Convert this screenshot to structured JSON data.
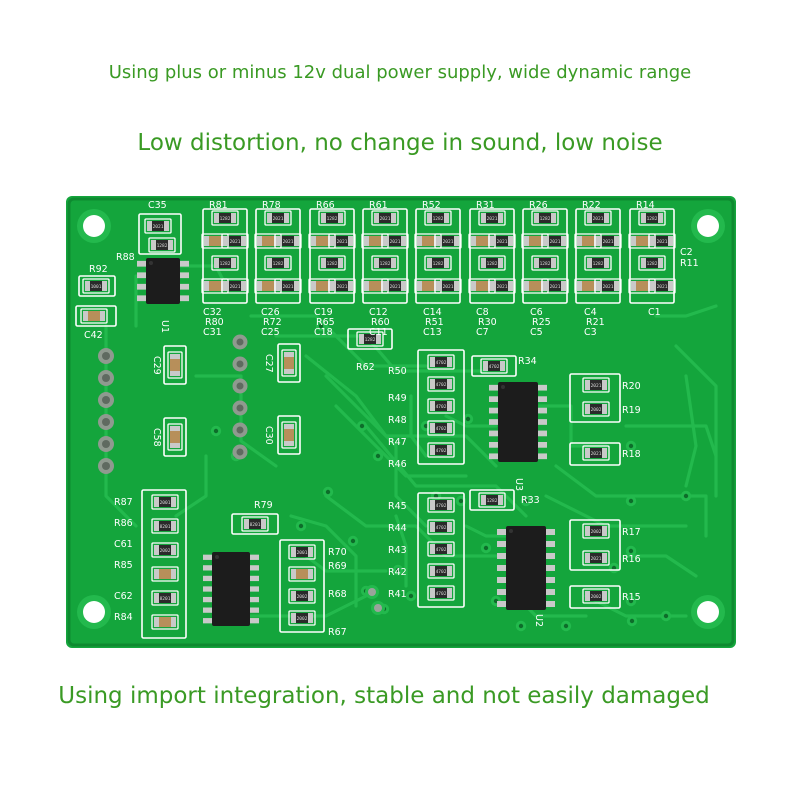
{
  "captions": {
    "line1": "Using plus or minus 12v dual power supply, wide dynamic range",
    "line2": "Low distortion, no change in sound, low noise",
    "line3": "Using import integration, stable and not easily damaged"
  },
  "colors": {
    "caption_text": "#3a9a24",
    "board_green": "#14a53c",
    "trace_green": "#23b94d",
    "silkscreen": "#ffffff",
    "chip_black": "#1c1c1c",
    "pad_silver": "#c9c9c9",
    "resistor_body": "#2a2a2a",
    "capacitor_body": "#b78f5a"
  },
  "board": {
    "top_labels": [
      "C35",
      "R81",
      "R78",
      "R66",
      "R61",
      "R52",
      "R31",
      "R26",
      "R22",
      "R14"
    ],
    "row_labels": [
      [
        "C32",
        "R80",
        "C31"
      ],
      [
        "C26",
        "R72",
        "C25"
      ],
      [
        "C19",
        "R65",
        "C18"
      ],
      [
        "C12",
        "R60",
        "C11"
      ],
      [
        "C14",
        "R51",
        "C13"
      ],
      [
        "C8",
        "R30",
        "C7"
      ],
      [
        "C6",
        "R25",
        "C5"
      ],
      [
        "C4",
        "R21",
        "C3"
      ],
      [
        "C1"
      ]
    ],
    "left_labels": {
      "r88": "R88",
      "r92": "R92",
      "c42": "C42",
      "c29": "C29",
      "c58": "C58"
    },
    "right_labels": {
      "c2": "C2",
      "r11": "R11"
    },
    "mid_labels": {
      "c27": "C27",
      "c30": "C30",
      "r62": "R62",
      "r34": "R34"
    },
    "center_upper_labels": [
      "R50",
      "R49",
      "R48",
      "R47",
      "R46"
    ],
    "center_lower_labels": [
      "R45",
      "R44",
      "R43",
      "R42",
      "R41"
    ],
    "r33": "R33",
    "right_side_labels": [
      "R20",
      "R19",
      "R18",
      "R17",
      "R16",
      "R15"
    ],
    "bottom_left_labels": [
      "R87",
      "R86",
      "C61",
      "R85",
      "C62",
      "R84"
    ],
    "bottom_mid_labels": {
      "r79": "R79",
      "r70": "R70",
      "r69": "R69",
      "r68": "R68",
      "r67": "R67"
    },
    "chip_labels": {
      "u1": "U1",
      "u3": "U3",
      "u2": "U2"
    },
    "resistor_codes": [
      "2021",
      "1282",
      "4702",
      "1001",
      "2001",
      "8201",
      "2002"
    ]
  }
}
